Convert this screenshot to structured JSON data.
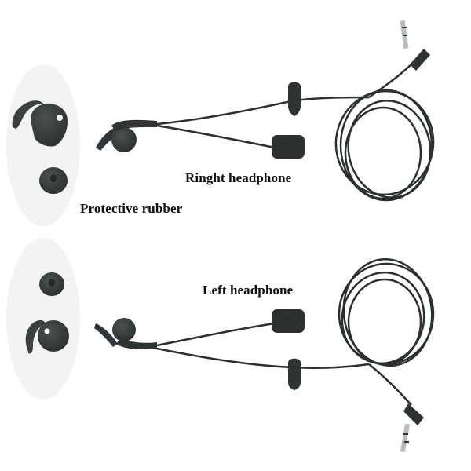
{
  "image": {
    "description": "Product photo of two single-ear headsets with boom microphones, coiled cables, 3.5mm right-angle jacks, and spare silicone ear tips",
    "background_color": "#ffffff",
    "oval_color": "#f3f3f1",
    "product_color": "#2e3431"
  },
  "labels": {
    "right_headphone": "Ringht headphone",
    "protective_rubber": "Protective rubber",
    "left_headphone": "Left headphone"
  },
  "components": {
    "top_set": [
      "ear-hook-tip",
      "round-ear-tip",
      "earpiece",
      "boom-microphone",
      "cable-clip",
      "coiled-cable",
      "3.5mm-jack"
    ],
    "bottom_set": [
      "round-ear-tip",
      "ear-hook-tip",
      "earpiece",
      "boom-microphone",
      "cable-clip",
      "coiled-cable",
      "3.5mm-jack"
    ]
  }
}
